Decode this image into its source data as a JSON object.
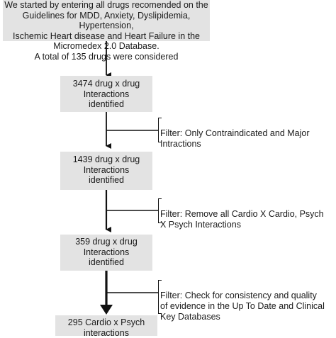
{
  "boxes": {
    "start": "We started by entering all drugs recomended on the\nGuidelines for MDD, Anxiety, Dyslipidemia, Hypertension,\nIschemic Heart disease and Heart Failure in the\nMicromedex 2.0 Database.\nA total of 135 drugs were considered",
    "step1": "3474 drug x drug\nInteractions\nidentified",
    "step2": "1439 drug x drug\nInteractions\nidentified",
    "step3": "359 drug x drug\nInteractions\nidentified",
    "final": "295 Cardio x Psych\ninteractions"
  },
  "filters": {
    "filter1": "Filter: Only Contraindicated and Major\nIntractions",
    "filter2": "Filter: Remove all Cardio X Cardio, Psych\nX Psych Interactions",
    "filter3": "Filter: Check for consistency and quality\nof evidence in the Up To Date and Clinical\nKey Databases"
  }
}
